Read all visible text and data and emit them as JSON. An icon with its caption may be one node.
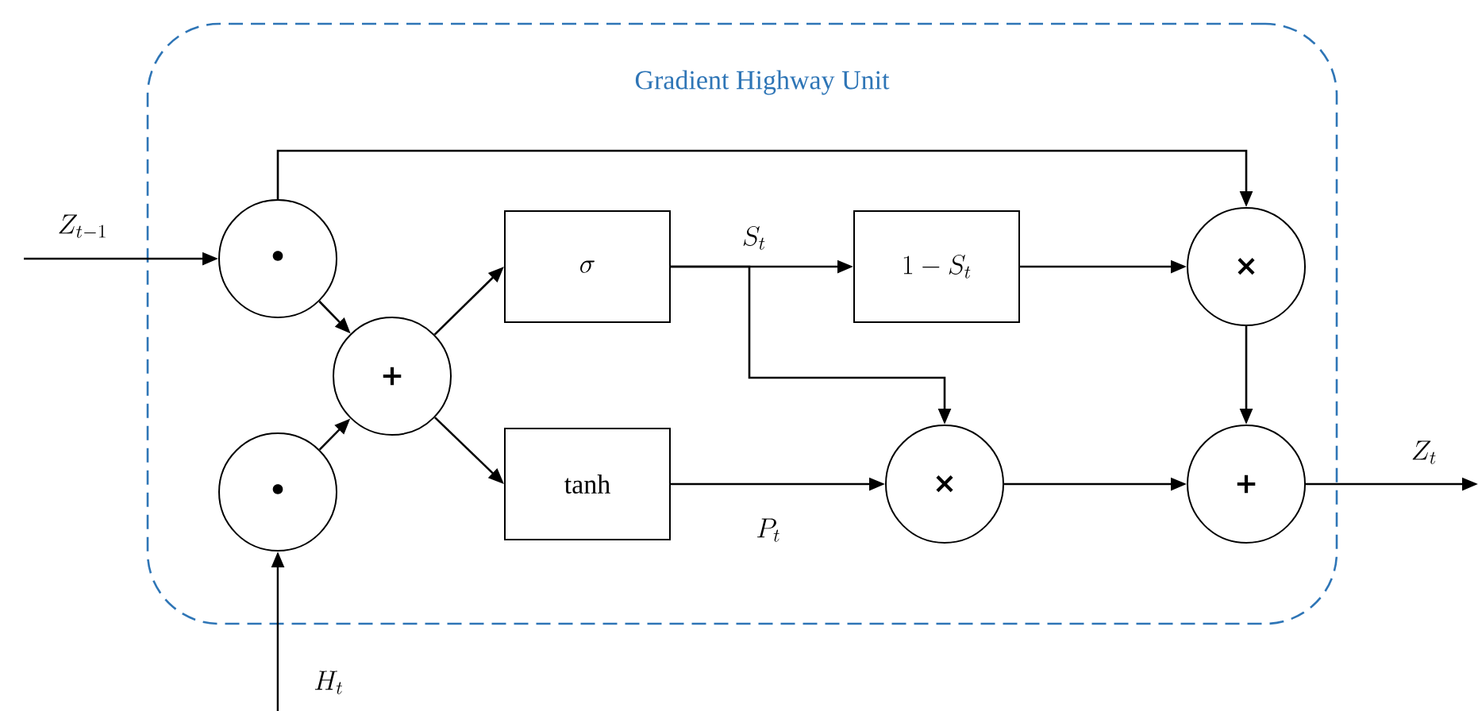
{
  "diagram": {
    "nodes": [
      {
        "text": [
          "Gradient Highway Unit"
        ]
      },
      {
        "text": [
          "•"
        ],
        "in": 0
      },
      {
        "text": [
          "•"
        ],
        "in": 0
      },
      {
        "text": [
          "+"
        ],
        "in": 0
      },
      {
        "text": [
          "\\sigma"
        ],
        "in": 0
      },
      {
        "text": [
          "tanh"
        ],
        "in": 0
      },
      {
        "text": [
          "1-S_t"
        ],
        "in": 0
      },
      {
        "text": [
          "×"
        ],
        "in": 0
      },
      {
        "text": [
          "×"
        ],
        "in": 0
      },
      {
        "text": [
          "+"
        ],
        "in": 0
      }
    ],
    "edges": [
      {
        "from": null,
        "to": 1,
        "arrow": "to",
        "label": "Z_{t-1}"
      },
      {
        "from": null,
        "to": 2,
        "arrow": "to",
        "label": "H_t"
      },
      {
        "from": 1,
        "to": 3,
        "arrow": "to"
      },
      {
        "from": 2,
        "to": 3,
        "arrow": "to"
      },
      {
        "from": 3,
        "to": 4,
        "arrow": "to"
      },
      {
        "from": 3,
        "to": 5,
        "arrow": "to"
      },
      {
        "from": 4,
        "to": 6,
        "arrow": "to",
        "label": "S_t"
      },
      {
        "from": 4,
        "to": 7,
        "arrow": "to"
      },
      {
        "from": 5,
        "to": 7,
        "arrow": "to",
        "label": "P_t"
      },
      {
        "from": 6,
        "to": 8,
        "arrow": "to"
      },
      {
        "from": 1,
        "to": 8,
        "arrow": "to"
      },
      {
        "from": 8,
        "to": 9,
        "arrow": "to"
      },
      {
        "from": 7,
        "to": 9,
        "arrow": "to"
      },
      {
        "from": 9,
        "to": null,
        "arrow": "to",
        "label": "Z_t"
      }
    ]
  }
}
